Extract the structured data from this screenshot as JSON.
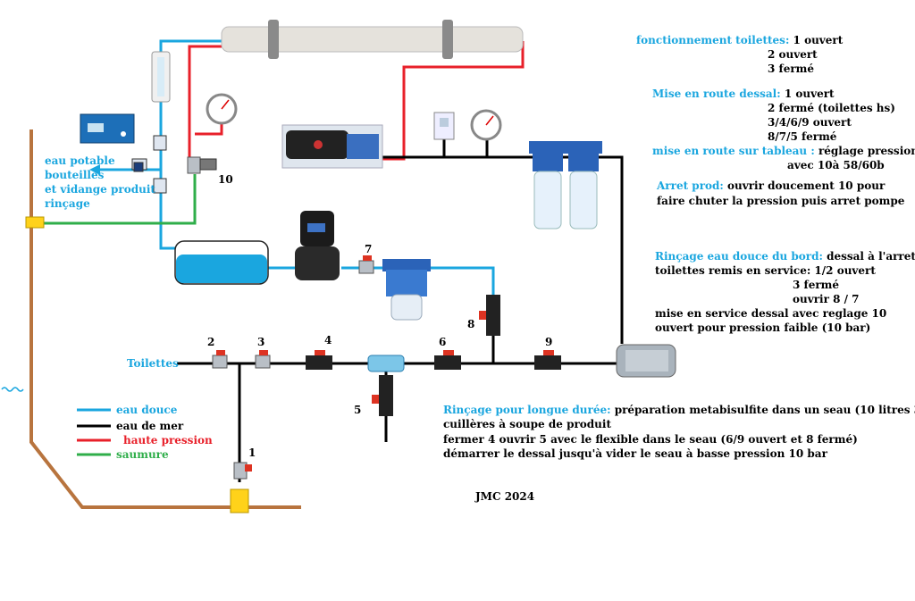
{
  "colors": {
    "eau_douce": "#1aa6df",
    "eau_de_mer": "#000000",
    "haute_pression": "#e8202a",
    "saumure": "#2fae4a",
    "hull": "#b8743e",
    "label_blue": "#1aa6df"
  },
  "legend": {
    "eau_douce": "eau douce",
    "eau_de_mer": "eau de mer",
    "haute_pression": "haute pression",
    "saumure": "saumure"
  },
  "labels": {
    "toilettes": "Toilettes",
    "eau_potable_1": "eau potable",
    "eau_potable_2": "bouteilles",
    "eau_potable_3": "et vidange produit",
    "eau_potable_4": "rinçage",
    "signature": "JMC 2024"
  },
  "valves": [
    "1",
    "2",
    "3",
    "4",
    "5",
    "6",
    "7",
    "8",
    "9",
    "10"
  ],
  "notes": {
    "fonctionnement": {
      "title": "fonctionnement toilettes:",
      "l1": " 1 ouvert",
      "l2": "2 ouvert",
      "l3": "3 fermé"
    },
    "mise_en_route": {
      "title": "Mise en route dessal:",
      "l1": " 1 ouvert",
      "l2": "2 fermé (toilettes hs)",
      "l3": "3/4/6/9 ouvert",
      "l4": "8/7/5 fermé"
    },
    "tableau": {
      "title": "mise en route sur tableau :",
      "l1": " réglage pression",
      "l2": "avec 10à 58/60b"
    },
    "arret": {
      "title": "Arret prod:",
      "l1": " ouvrir doucement 10 pour",
      "l2": "faire chuter la pression puis arret pompe"
    },
    "rincage": {
      "title": "Rinçage eau douce du bord:",
      "l1": " dessal à l'arret",
      "l2": "toilettes remis en service: 1/2 ouvert",
      "l3": "3 fermé",
      "l4": "ouvrir 8 / 7",
      "l5": "mise en service dessal avec reglage 10",
      "l6": "ouvert pour pression faible (10 bar)"
    },
    "longue": {
      "title": "Rinçage pour longue durée:",
      "l1": " préparation metabisulfite dans un seau (10 litres 3",
      "l2": "cuillères à soupe de produit",
      "l3": " fermer 4 ouvrir 5 avec le flexible dans le seau (6/9 ouvert et 8 fermé)",
      "l4": "démarrer le dessal jusqu'à vider le seau à basse pression 10 bar"
    }
  }
}
